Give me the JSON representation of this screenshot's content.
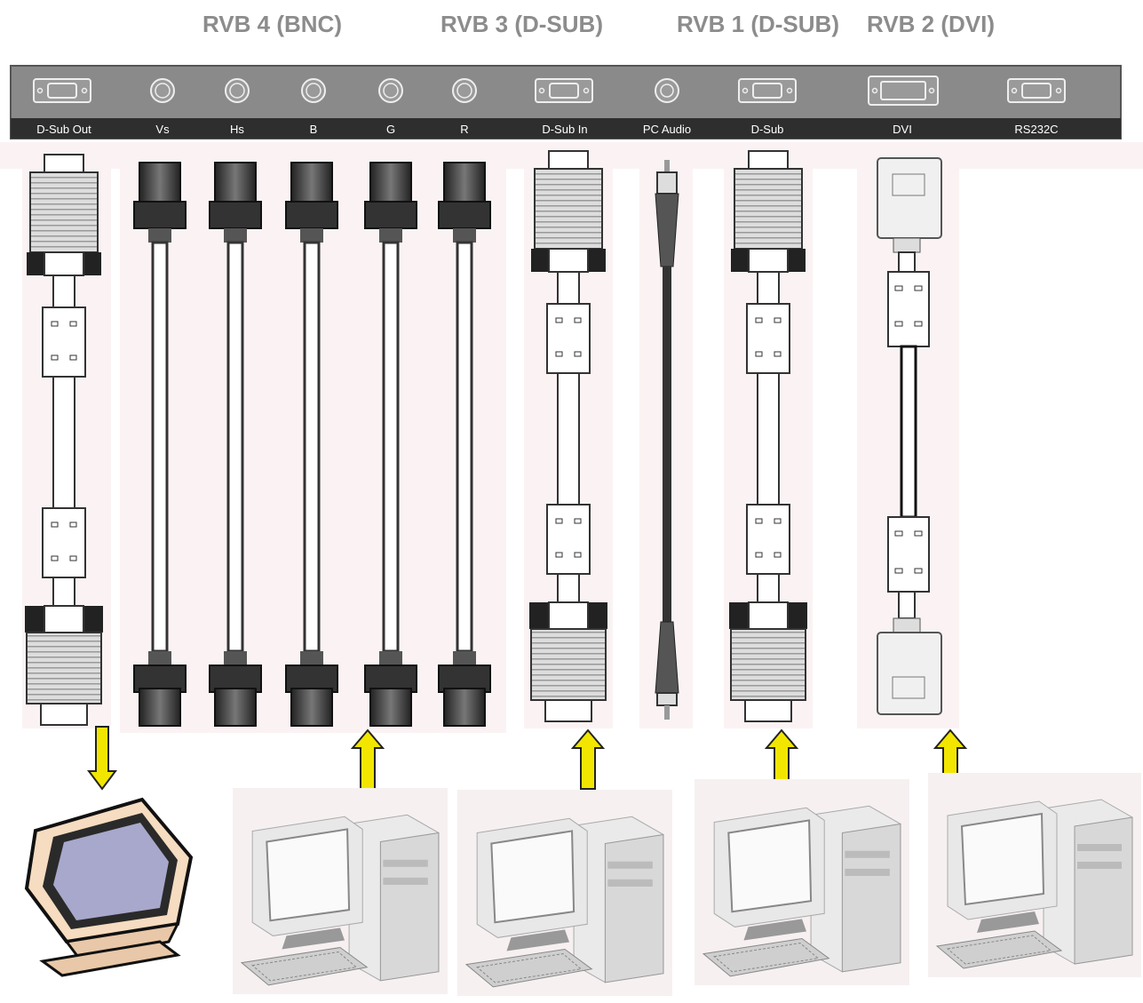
{
  "group_labels": {
    "rvb4": "RVB 4 (BNC)",
    "rvb3": "RVB 3 (D-SUB)",
    "rvb1": "RVB 1 (D-SUB)",
    "rvb2": "RVB 2 (DVI)"
  },
  "panel_ports": {
    "dsub_out": "D-Sub Out",
    "vs": "Vs",
    "hs": "Hs",
    "b": "B",
    "g": "G",
    "r": "R",
    "dsub_in": "D-Sub In",
    "pc_audio": "PC Audio",
    "dsub": "D-Sub",
    "dvi": "DVI",
    "rs232c": "RS232C"
  },
  "colors": {
    "panel": "#8a8a8a",
    "label_strip": "#2e2e2e",
    "arrow": "#f2e600",
    "cable_bg": "#fbf3f3"
  },
  "icons": {
    "monitor": "crt-monitor-icon",
    "computer": "desktop-computer-icon"
  }
}
